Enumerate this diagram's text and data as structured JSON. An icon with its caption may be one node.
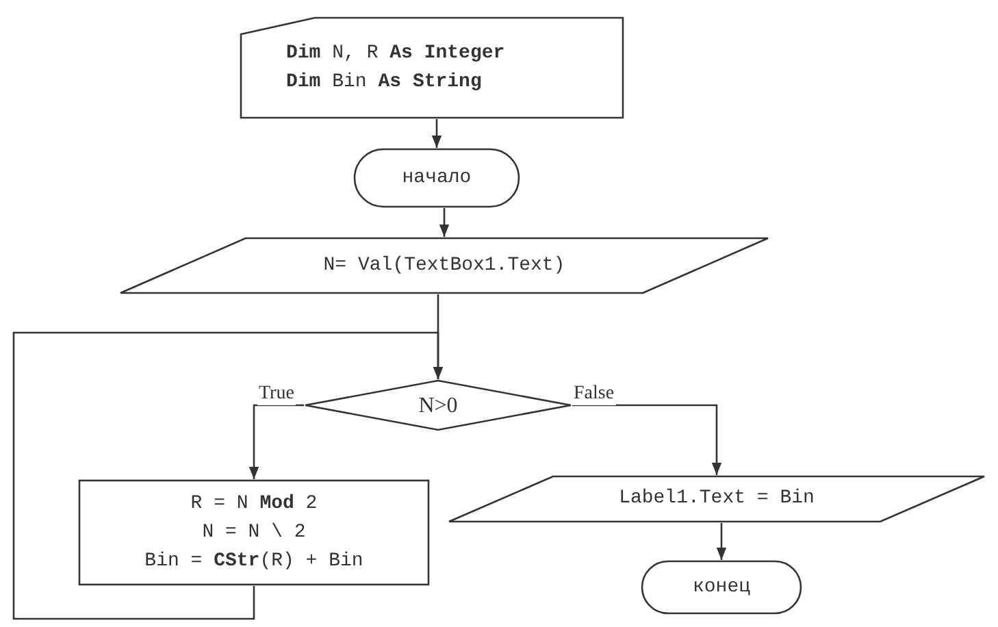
{
  "diagram": {
    "nodes": [
      {
        "text": [
          "**Dim** N, R **As Integer**",
          "**Dim** Bin **As String**"
        ]
      },
      {
        "text": [
          "начало"
        ]
      },
      {
        "text": [
          "N= Val(TextBox1.Text)"
        ]
      },
      {
        "text": [
          "N>0"
        ]
      },
      {
        "text": [
          "R = N **Mod** 2",
          "N = N \\ 2",
          "Bin = **CStr**(R) + Bin"
        ]
      },
      {
        "text": [
          "Label1.Text = Bin"
        ]
      },
      {
        "text": [
          "конец"
        ]
      }
    ],
    "edges": [
      {
        "from": 0,
        "to": 1,
        "arrow": "to"
      },
      {
        "from": 1,
        "to": 2,
        "arrow": "to"
      },
      {
        "from": 2,
        "to": 3,
        "arrow": "to"
      },
      {
        "from": 3,
        "to": 4,
        "arrow": "to",
        "label": "True"
      },
      {
        "from": 3,
        "to": 5,
        "arrow": "to",
        "label": "False"
      },
      {
        "from": 5,
        "to": 6,
        "arrow": "to"
      },
      {
        "from": 4,
        "to": 3,
        "arrow": "to"
      }
    ]
  }
}
